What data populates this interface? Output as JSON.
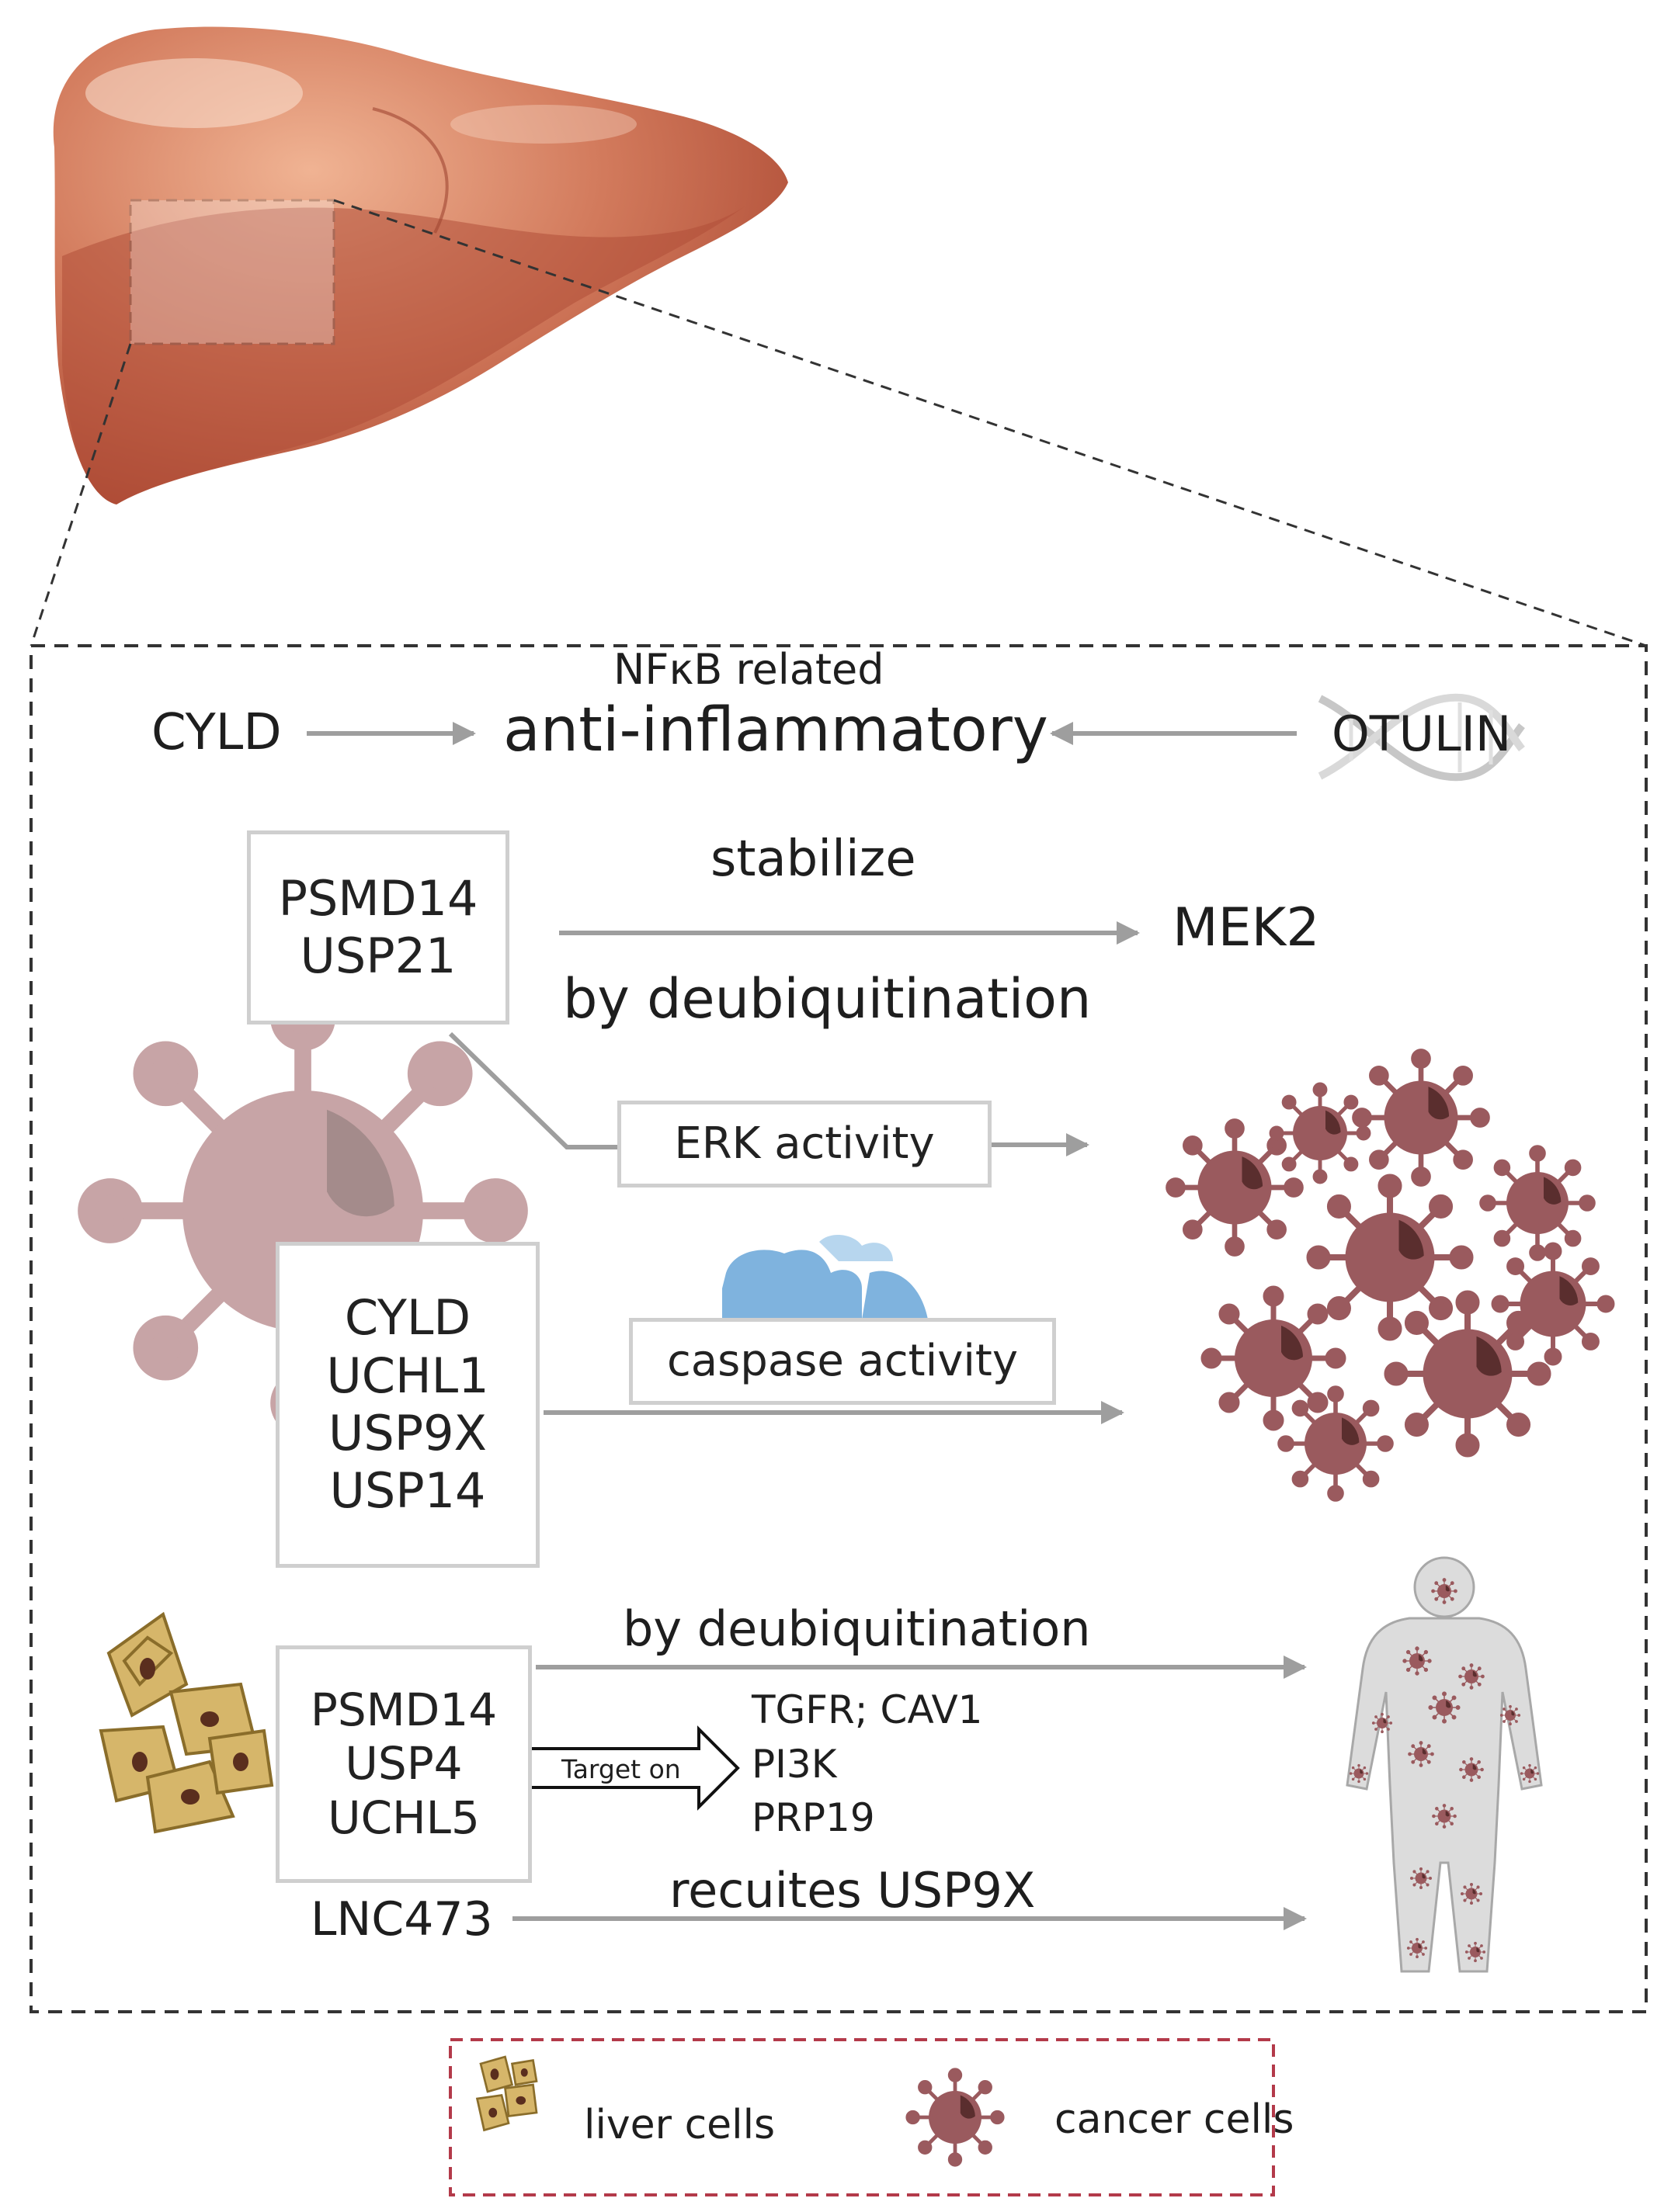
{
  "top_row": {
    "left_label": "CYLD",
    "super_label": "NFκB related",
    "center_label": "anti-inflammatory",
    "right_label": "OTULIN"
  },
  "mek_section": {
    "box_items": [
      "PSMD14",
      "USP21"
    ],
    "above_arrow": "stabilize",
    "below_arrow": "by deubiquitination",
    "target": "MEK2"
  },
  "erk": {
    "label": "ERK activity"
  },
  "apoptosis_section": {
    "box_items": [
      "CYLD",
      "UCHL1",
      "USP9X",
      "USP14"
    ],
    "label": "caspase activity"
  },
  "metastasis_section": {
    "box_items": [
      "PSMD14",
      "USP4",
      "UCHL5"
    ],
    "above_arrow": "by deubiquitination",
    "target_arrow_label": "Target on",
    "targets": [
      "TGFR; CAV1",
      "PI3K",
      "PRP19"
    ],
    "lnc_label": "LNC473",
    "lnc_arrow_label": "recuites USP9X"
  },
  "legend": {
    "liver_cells": "liver cells",
    "cancer_cells": "cancer cells"
  },
  "colors": {
    "liver": "#c4644a",
    "cancer_cell": "#9a5a5e",
    "cancer_nucleus": "#5a2e2e",
    "liver_cell": "#d6b66a",
    "arrow": "#9e9e9e",
    "legend_border": "#b33a4a"
  }
}
